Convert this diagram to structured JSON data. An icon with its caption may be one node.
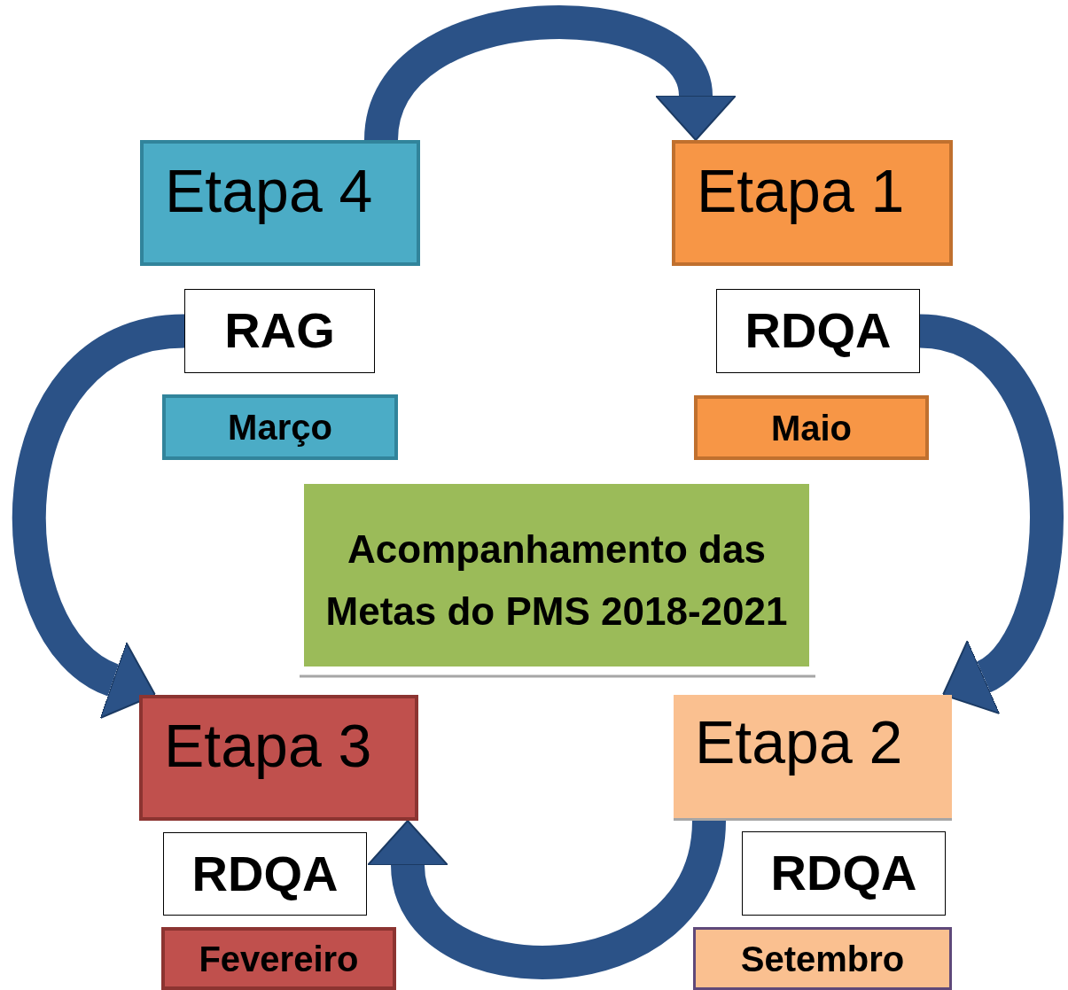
{
  "diagram": {
    "nodes": [
      {
        "text": [
          "Etapa 4"
        ]
      },
      {
        "text": [
          "RAG"
        ]
      },
      {
        "text": [
          "Março"
        ]
      },
      {
        "text": [
          "Etapa 1"
        ]
      },
      {
        "text": [
          "RDQA"
        ]
      },
      {
        "text": [
          "Maio"
        ]
      },
      {
        "text": [
          "Acompanhamento das Metas do PMS 2018-2021"
        ]
      },
      {
        "text": [
          "Etapa 3"
        ]
      },
      {
        "text": [
          "RDQA"
        ]
      },
      {
        "text": [
          "Fevereiro"
        ]
      },
      {
        "text": [
          "Etapa 2"
        ]
      },
      {
        "text": [
          "RDQA"
        ]
      },
      {
        "text": [
          "Setembro"
        ]
      }
    ],
    "edges": [
      {
        "from": 0,
        "to": 3,
        "arrow": "to"
      },
      {
        "from": 4,
        "to": 10,
        "arrow": "to"
      },
      {
        "from": 10,
        "to": 7,
        "arrow": "to"
      },
      {
        "from": 1,
        "to": 7,
        "arrow": "to"
      }
    ]
  }
}
